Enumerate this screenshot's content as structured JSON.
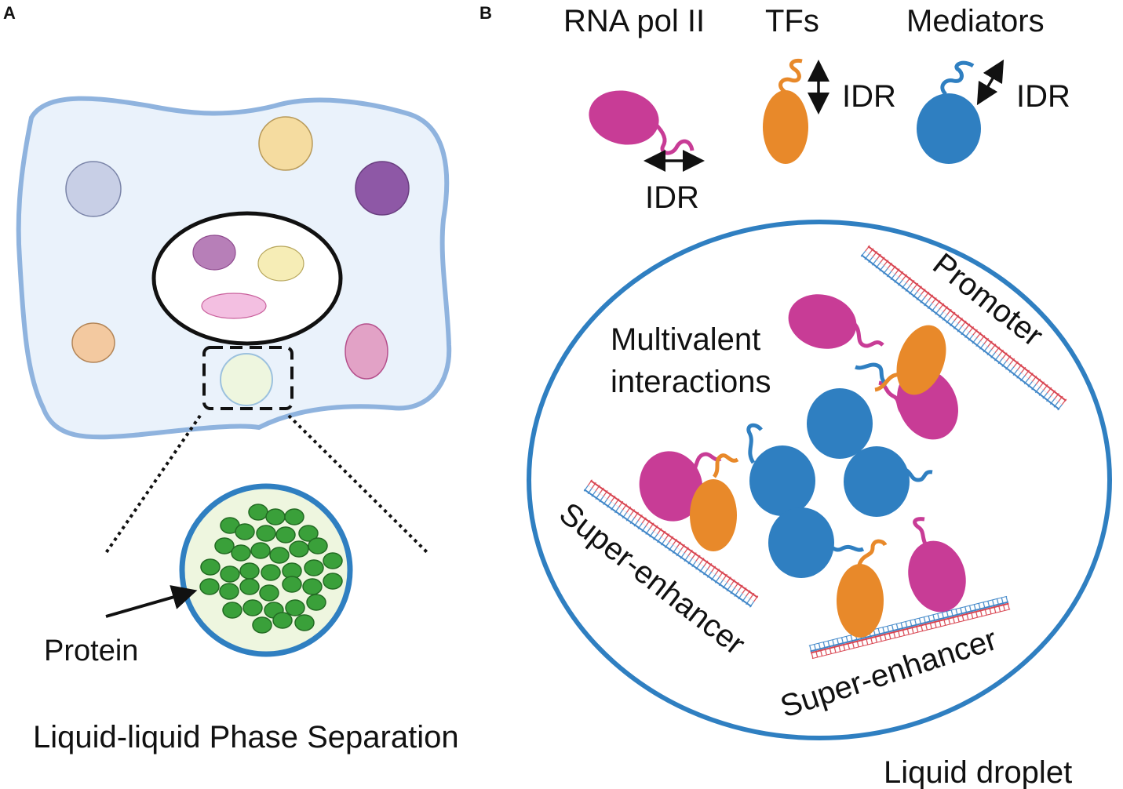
{
  "panel_a": {
    "letter": "A",
    "protein_label": "Protein",
    "caption": "Liquid-liquid Phase Separation"
  },
  "panel_b": {
    "letter": "B",
    "legend": {
      "rna_pol_ii": "RNA pol II",
      "tfs": "TFs",
      "mediators": "Mediators",
      "idr": "IDR"
    },
    "droplet": {
      "multivalent_line1": "Multivalent",
      "multivalent_line2": "interactions",
      "promoter": "Promoter",
      "super_enhancer": "Super-enhancer",
      "caption": "Liquid droplet"
    }
  },
  "colors": {
    "rna_pol_ii": "#c83c96",
    "tf": "#e8892a",
    "mediator": "#2f7fc1",
    "protein_dot": "#3aa03a",
    "cell_fill": "#eaf2fb",
    "cell_outline": "#8fb3de",
    "droplet_outline": "#2f7fc1",
    "dna_red": "#d8434f",
    "dna_blue": "#3f86c8"
  },
  "icons": [
    "double-arrow-icon",
    "arrow-icon"
  ]
}
